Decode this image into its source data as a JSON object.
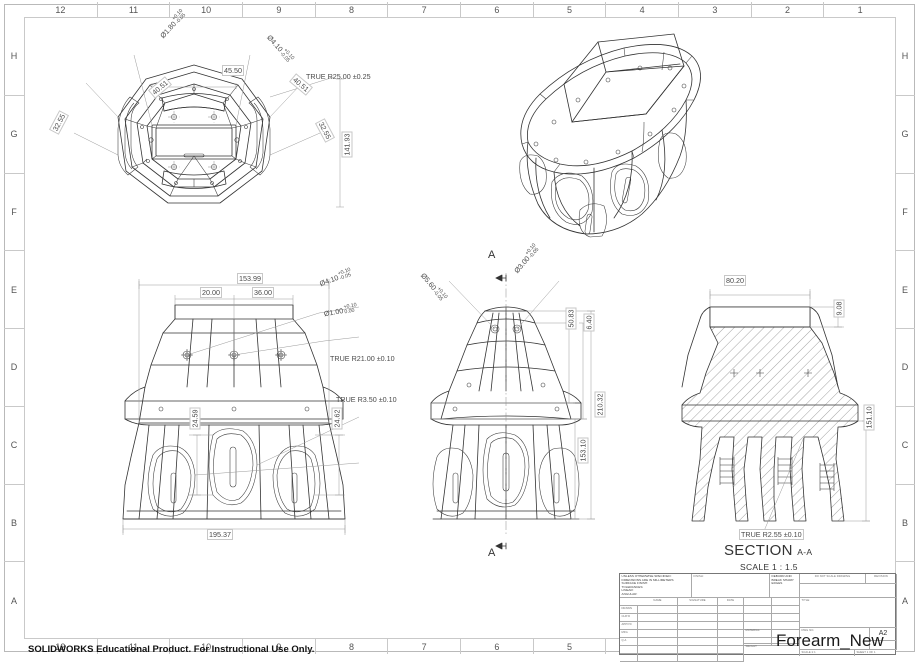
{
  "document": {
    "app": "SOLIDWORKS",
    "drawing_name": "Forearm_New",
    "sheet_size": "A2",
    "footer_notice": "SOLIDWORKS Educational Product. For Instructional Use Only."
  },
  "frame": {
    "columns": [
      "12",
      "11",
      "10",
      "9",
      "8",
      "7",
      "6",
      "5",
      "4",
      "3",
      "2",
      "1"
    ],
    "rows": [
      "H",
      "G",
      "F",
      "E",
      "D",
      "C",
      "B",
      "A"
    ]
  },
  "views": {
    "top_iso": {
      "name": "top-plan-view"
    },
    "isometric": {
      "name": "isometric-view"
    },
    "front": {
      "name": "front-elevation-view"
    },
    "side": {
      "name": "side-elevation-view"
    },
    "section": {
      "name": "section-view",
      "caption": "SECTION",
      "caption_sub": "A-A",
      "scale": "SCALE 1 : 1.5",
      "arrow_label_top": "A",
      "arrow_label_bottom": "A"
    }
  },
  "dimensions": {
    "top_plan": [
      {
        "id": "d-1-80",
        "text": "Ø1.80",
        "tol_up": "+0.10",
        "tol_lo": "-0.05"
      },
      {
        "id": "d-4-10",
        "text": "Ø4.10",
        "tol_up": "+0.10",
        "tol_lo": "-0.05"
      },
      {
        "id": "d-45-50",
        "text": "45.50"
      },
      {
        "id": "d-40-51-l",
        "text": "40.51"
      },
      {
        "id": "d-40-51-r",
        "text": "40.51"
      },
      {
        "id": "d-r25",
        "text": "TRUE R25.00 ±0.25"
      },
      {
        "id": "d-32-55-l",
        "text": "32.55"
      },
      {
        "id": "d-32-55-r",
        "text": "32.55"
      },
      {
        "id": "d-141-93",
        "text": "141.93"
      }
    ],
    "front": [
      {
        "id": "d-153-99",
        "text": "153.99"
      },
      {
        "id": "d-20-00",
        "text": "20.00"
      },
      {
        "id": "d-36-00",
        "text": "36.00"
      },
      {
        "id": "d-4-10-f",
        "text": "Ø4.10",
        "tol_up": "+0.10",
        "tol_lo": "-0.05"
      },
      {
        "id": "d-1-00",
        "text": "Ø1.00",
        "tol_up": "+0.10",
        "tol_lo": "0.00"
      },
      {
        "id": "d-r21",
        "text": "TRUE R21.00 ±0.10"
      },
      {
        "id": "d-r350",
        "text": "TRUE R3.50 ±0.10"
      },
      {
        "id": "d-24-59",
        "text": "24.59"
      },
      {
        "id": "d-24-62",
        "text": "24.62"
      },
      {
        "id": "d-195-37",
        "text": "195.37"
      }
    ],
    "side": [
      {
        "id": "d-5-60",
        "text": "Ø5.60",
        "tol_up": "+0.10",
        "tol_lo": "-0.05"
      },
      {
        "id": "d-3-00",
        "text": "Ø3.00",
        "tol_up": "+0.10",
        "tol_lo": "-0.05"
      },
      {
        "id": "d-50-83",
        "text": "50.83"
      },
      {
        "id": "d-6-40",
        "text": "6.40"
      },
      {
        "id": "d-210-32",
        "text": "210.32"
      },
      {
        "id": "d-153-10",
        "text": "153.10"
      }
    ],
    "section": [
      {
        "id": "d-80-20",
        "text": "80.20"
      },
      {
        "id": "d-9-08",
        "text": "9.08"
      },
      {
        "id": "d-151-10",
        "text": "151.10"
      },
      {
        "id": "d-r255",
        "text": "TRUE R2.55 ±0.10"
      }
    ]
  },
  "title_block": {
    "tolerance_note": "UNLESS OTHERWISE SPECIFIED:\nDIMENSIONS ARE IN MILLIMETERS\nSURFACE FINISH:\nTOLERANCES:\n   LINEAR:\n   ANGULAR:",
    "finish_label": "FINISH:",
    "deburr_note": "DEBURR AND\nBREAK SHARP\nEDGES",
    "no_change_note": "DO NOT SCALE DRAWING",
    "revision_label": "REVISION",
    "col_name": "NAME",
    "col_signature": "SIGNATURE",
    "col_date": "DATE",
    "title_label": "TITLE:",
    "rows": [
      "DRAWN",
      "CHK'D",
      "APPV'D",
      "MFG",
      "Q.A"
    ],
    "material_label": "MATERIAL:",
    "weight_label": "WEIGHT:",
    "dwgno_label": "DWG NO.",
    "scale_label": "SCALE:1:1",
    "sheet_label": "SHEET 1 OF 1",
    "a2": "A2"
  }
}
